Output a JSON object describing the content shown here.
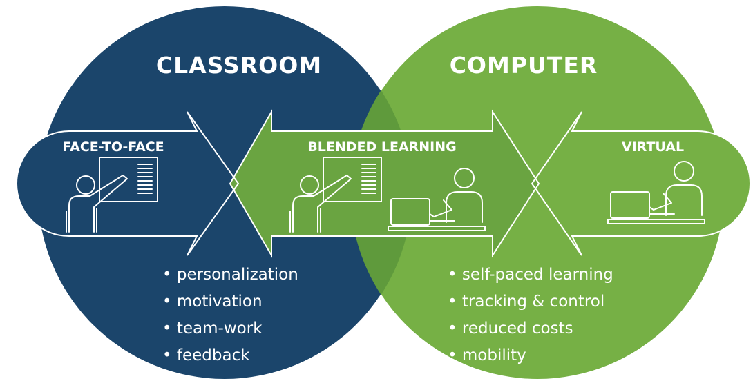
{
  "colors": {
    "classroom": "#1b456b",
    "computer": "#76b045",
    "overlap": "#5f9a3c",
    "arrow_left": "#1b456b",
    "arrow_center": "#6aa441",
    "arrow_right": "#76b045",
    "text": "#ffffff"
  },
  "left_circle": {
    "title": "CLASSROOM"
  },
  "right_circle": {
    "title": "COMPUTER"
  },
  "arrows": {
    "left": {
      "label": "FACE-TO-FACE",
      "icons": [
        "teacher-board-icon"
      ]
    },
    "center": {
      "label": "BLENDED LEARNING",
      "icons": [
        "teacher-board-icon",
        "student-laptop-icon"
      ]
    },
    "right": {
      "label": "VIRTUAL",
      "icons": [
        "student-laptop-icon"
      ]
    }
  },
  "classroom_benefits": [
    "personalization",
    "motivation",
    "team-work",
    "feedback"
  ],
  "computer_benefits": [
    "self-paced learning",
    "tracking & control",
    "reduced costs",
    "mobility"
  ]
}
